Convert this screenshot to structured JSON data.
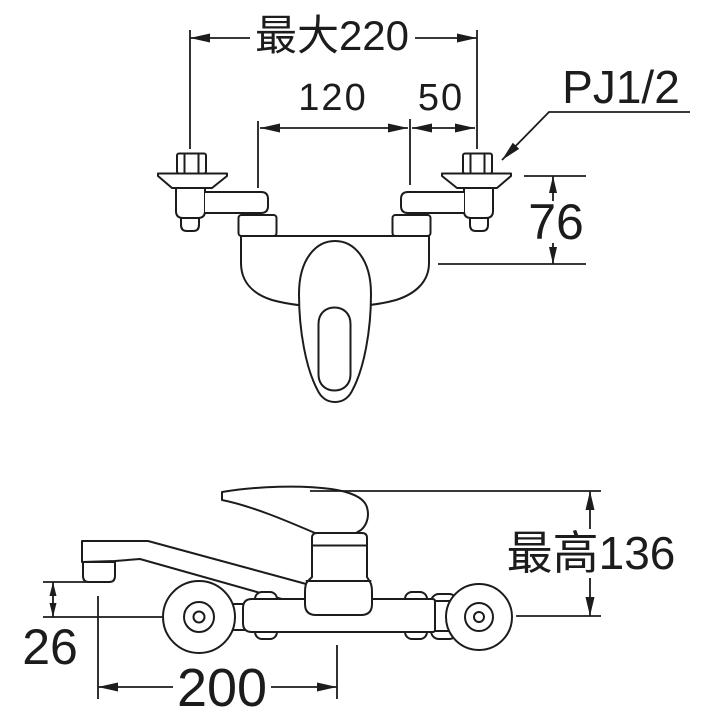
{
  "diagram": {
    "title": "faucet-dimension-drawing",
    "front_view": {
      "dim_max_width": "最大220",
      "dim_center_spacing": "120",
      "dim_eccentric_offset": "50",
      "dim_body_drop": "76",
      "thread_label": "PJ1/2"
    },
    "side_view": {
      "dim_max_height": "最高136",
      "dim_spout_drop": "26",
      "dim_spout_reach": "200"
    },
    "colors": {
      "line": "#1c1c1c",
      "background": "#ffffff"
    }
  }
}
